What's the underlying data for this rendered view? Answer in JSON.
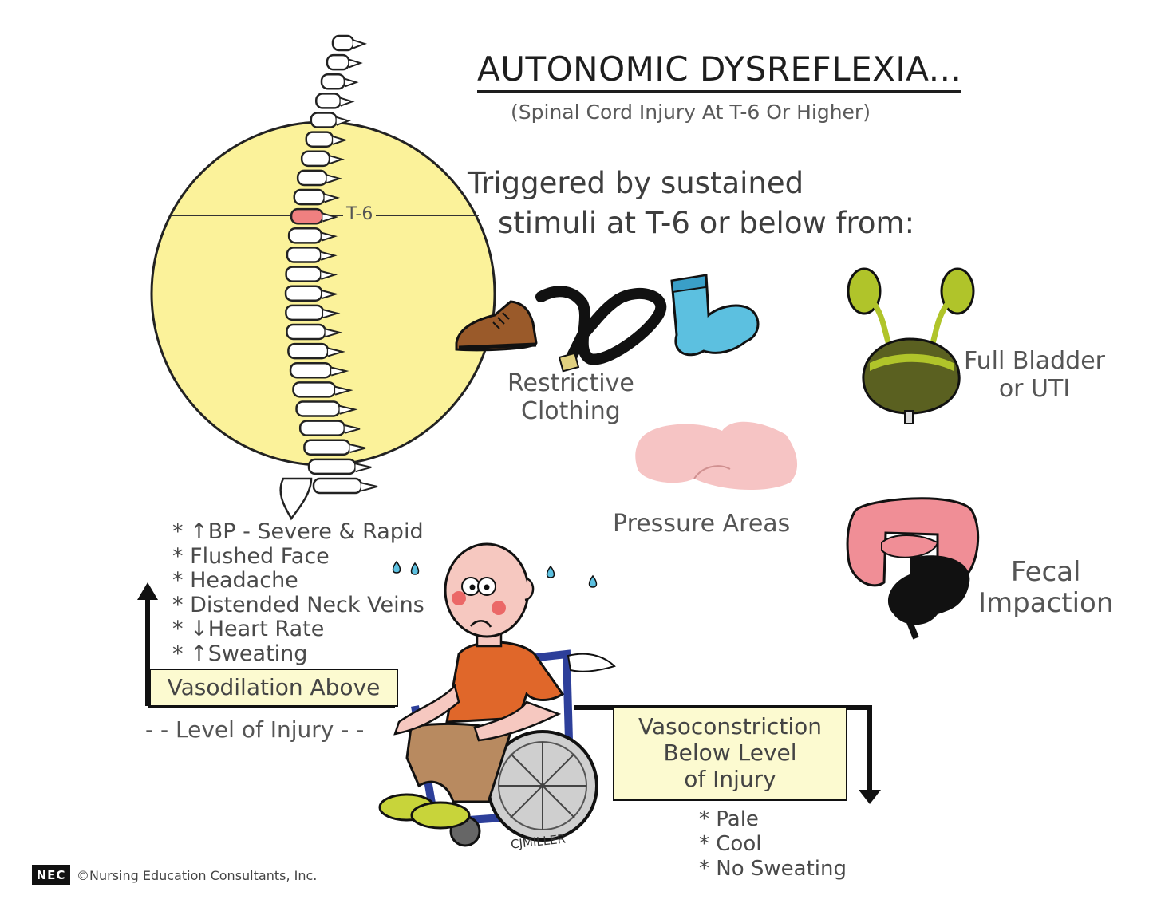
{
  "title": "AUTONOMIC DYSREFLEXIA...",
  "subtitle": "(Spinal Cord Injury At T-6 Or Higher)",
  "trigger_line1": "Triggered by sustained",
  "trigger_line2": "stimuli at T-6 or below from:",
  "spine_label": "T-6",
  "triggers": {
    "clothing": [
      "Restrictive",
      "Clothing"
    ],
    "bladder": [
      "Full Bladder",
      "or UTI"
    ],
    "pressure": "Pressure Areas",
    "fecal": [
      "Fecal",
      "Impaction"
    ]
  },
  "above_symptoms": [
    "* ↑BP - Severe & Rapid",
    "* Flushed Face",
    "* Headache",
    "* Distended Neck Veins",
    "* ↓Heart Rate",
    "* ↑Sweating"
  ],
  "vasodilation_label": "Vasodilation Above",
  "level_label": "- - Level of Injury - -",
  "vasoconstriction_lines": [
    "Vasoconstriction",
    "Below Level",
    "of Injury"
  ],
  "below_symptoms": [
    "* Pale",
    "* Cool",
    "* No Sweating"
  ],
  "artist_signature": "CJMILLER",
  "logo_text": "NEC",
  "copyright": "©Nursing Education Consultants, Inc.",
  "colors": {
    "circle": "#fbf29a",
    "lesion": "#f08080",
    "skin": "#f6c8c0",
    "shirt": "#e0672a",
    "chair": "#2d3f9a",
    "sock": "#5cc0e0",
    "shoe": "#9a5a2a",
    "bladder": "#a8c030",
    "colon": "#f08e96",
    "label_box": "#fcfad0"
  },
  "icons": [
    "spine-icon",
    "shoe-icon",
    "belt-icon",
    "sock-icon",
    "kidneys-bladder-icon",
    "buttocks-icon",
    "colon-icon",
    "person-wheelchair-icon"
  ]
}
